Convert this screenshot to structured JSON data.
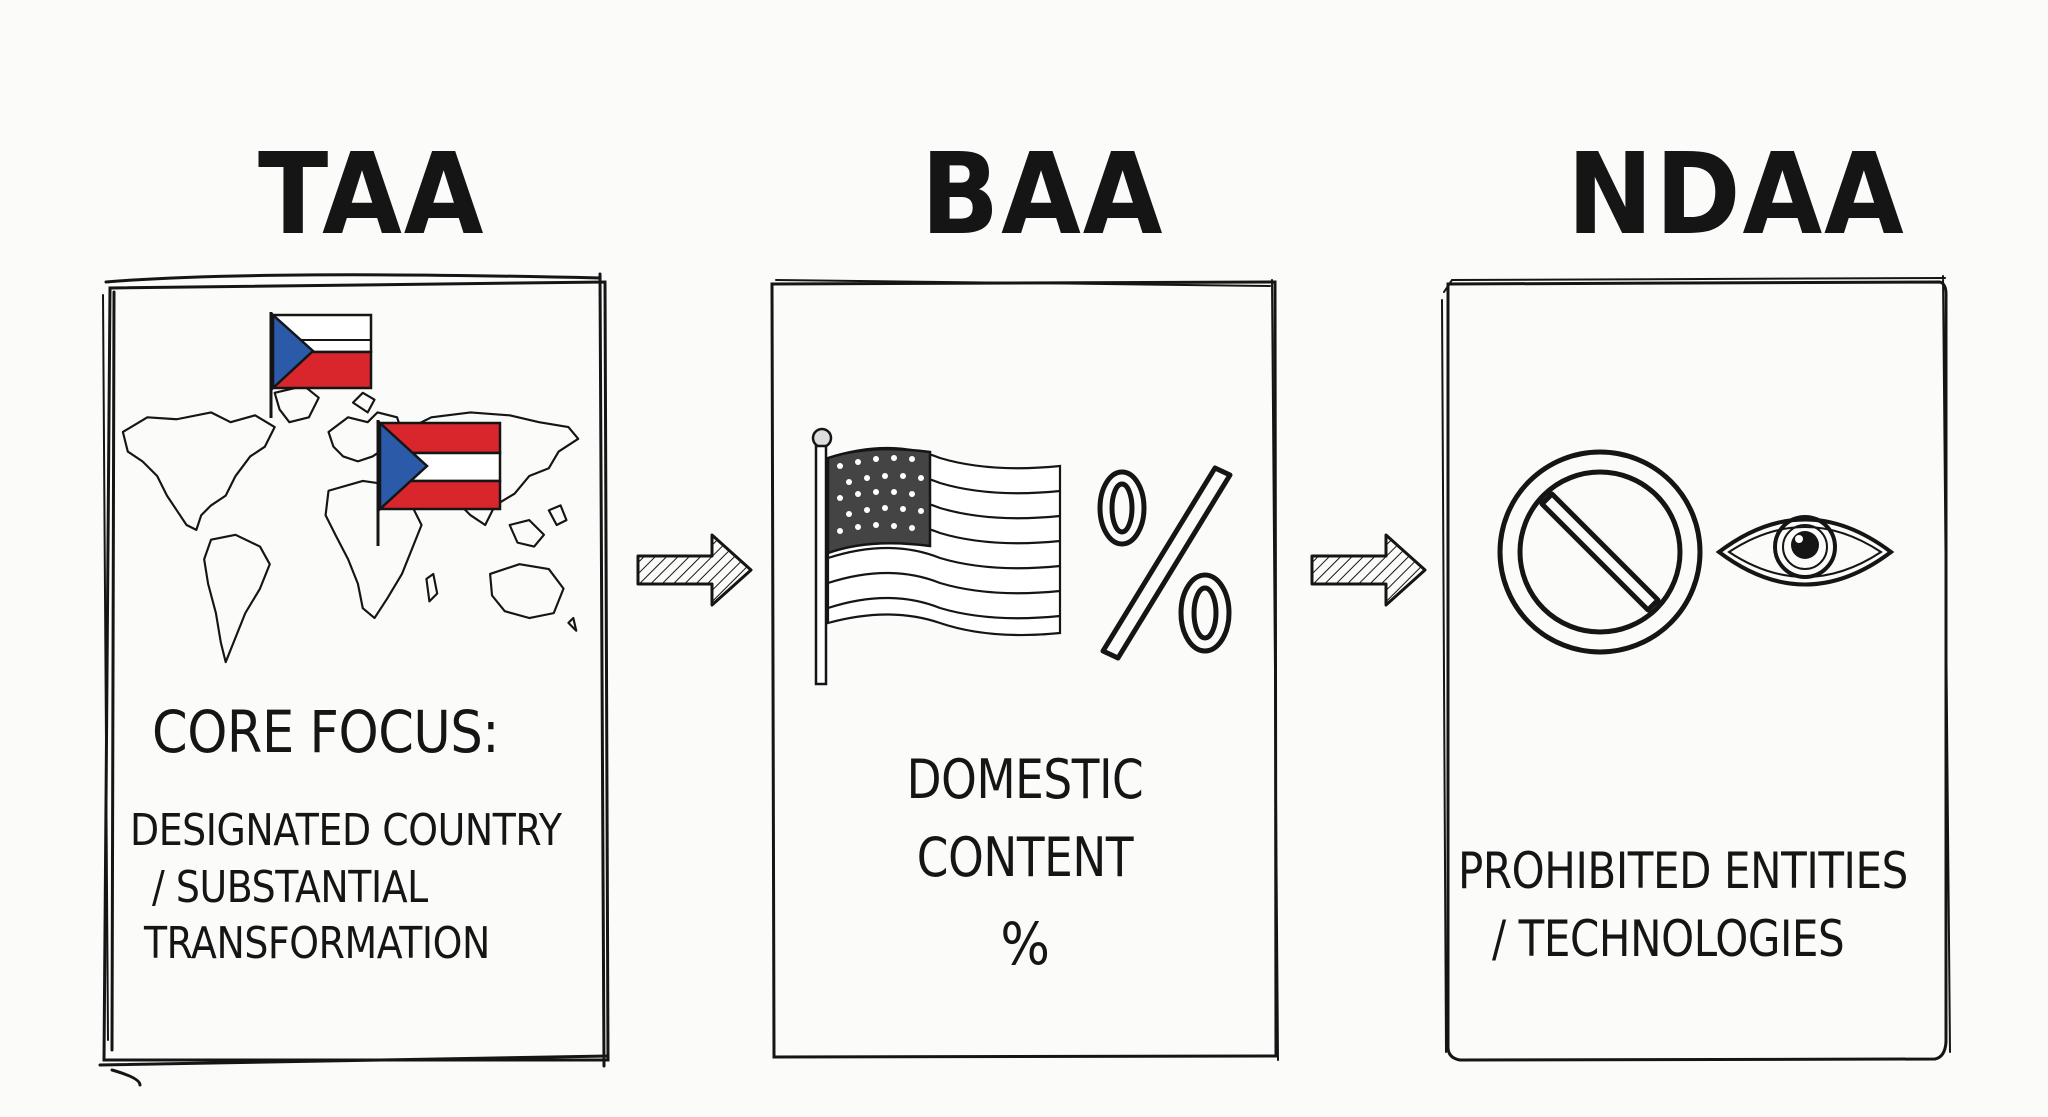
{
  "columns": [
    {
      "title": "TAA",
      "heading": "CORE FOCUS:",
      "lines": [
        "DESIGNATED COUNTRY",
        "/ SUBSTANTIAL",
        "TRANSFORMATION"
      ],
      "icons": [
        "world-map-icon",
        "flag-icon"
      ]
    },
    {
      "title": "BAA",
      "lines": [
        "DOMESTIC",
        "CONTENT",
        "%"
      ],
      "symbol": "%",
      "icons": [
        "us-flag-icon",
        "percent-icon"
      ]
    },
    {
      "title": "NDAA",
      "lines": [
        "PROHIBITED ENTITIES",
        "/ TECHNOLOGIES"
      ],
      "icons": [
        "prohibited-icon",
        "eye-icon"
      ]
    }
  ],
  "arrows": [
    "right-arrow-icon",
    "right-arrow-icon"
  ],
  "colors": {
    "ink": "#151515",
    "flag_red": "#d9262c",
    "flag_blue": "#2a5aa8",
    "paper": "#fbfbfa"
  }
}
